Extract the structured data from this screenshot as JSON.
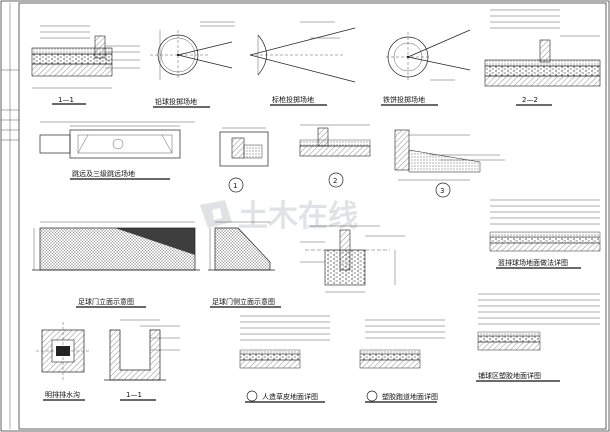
{
  "watermark": {
    "text": "土木在线",
    "color": "#c8ccd2"
  },
  "titles": {
    "section_1_1": "1—1",
    "shot_put": "铅球投掷场地",
    "javelin": "标枪投掷场地",
    "discus": "铁饼投掷场地",
    "section_2_2": "2—2",
    "long_jump": "跳远及三级跳远场地",
    "goal_elevation": "足球门立面示意图",
    "goal_side": "足球门侧立面示意图",
    "drain": "明排排水沟",
    "section_1_1b": "1—1",
    "court_detail": "篮排球场地面做法详图",
    "walkway": "人造草皮地面详图",
    "track": "塑胶跑道地面详图",
    "paving": "铺球区塑胶地面详图",
    "circle_1": "1",
    "circle_2": "2",
    "circle_3": "3"
  },
  "accent_colors": {
    "line": "#222222",
    "hatch": "#555555",
    "paper": "#ffffff"
  }
}
